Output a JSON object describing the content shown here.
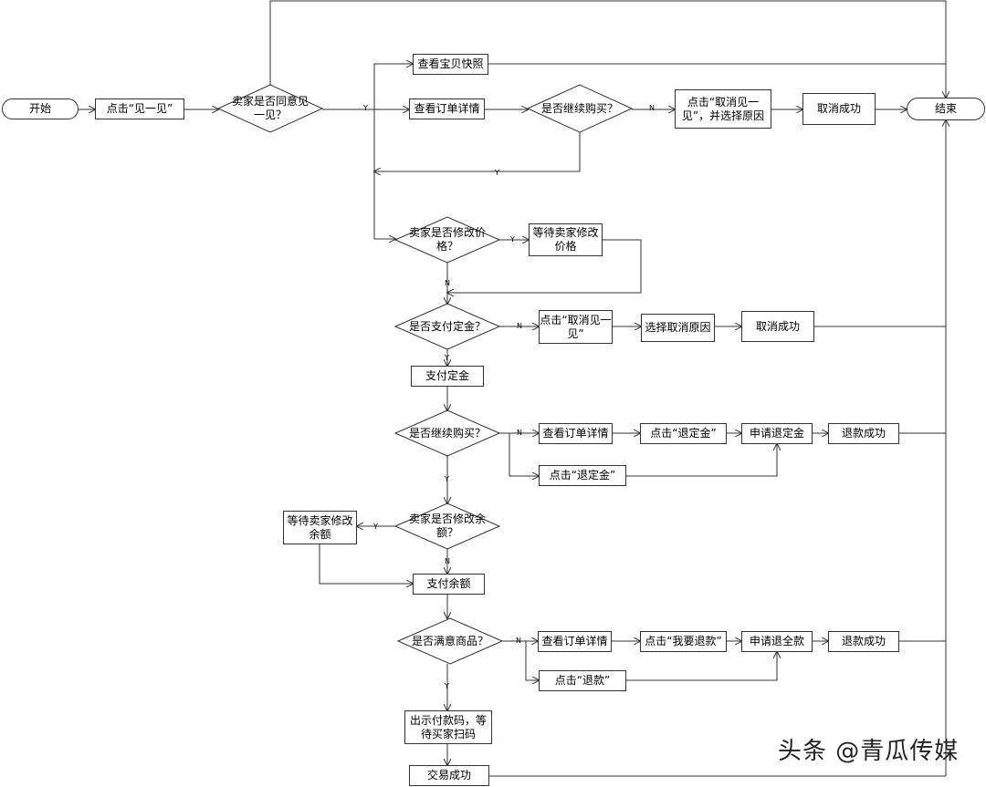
{
  "nodes": {
    "start": "开始",
    "click_meet": "点击“见一见”",
    "d_seller_agree": "卖家是否同意见一见？",
    "view_snapshot": "查看宝贝快照",
    "view_order_1": "查看订单详情",
    "d_continue_1": "是否继续购买？",
    "cancel_meet_reason": "点击“取消见一见”，并选择原因",
    "cancel_success_1": "取消成功",
    "end": "结束",
    "d_modify_price": "卖家是否修改价格？",
    "wait_modify_price": "等待卖家修改价格",
    "d_pay_deposit": "是否支付定金？",
    "click_cancel_meet": "点击“取消见一见”",
    "select_cancel_reason": "选择取消原因",
    "cancel_success_2": "取消成功",
    "pay_deposit": "支付定金",
    "d_continue_2": "是否继续购买？",
    "view_order_2": "查看订单详情",
    "click_refund_deposit_1": "点击“退定金”",
    "apply_refund_deposit": "申请退定金",
    "refund_success_1": "退款成功",
    "click_refund_deposit_2": "点击“退定金”",
    "d_modify_balance": "卖家是否修改余额？",
    "wait_modify_balance": "等待卖家修改余额",
    "pay_balance": "支付余额",
    "d_satisfied": "是否满意商品？",
    "view_order_3": "查看订单详情",
    "click_want_refund": "点击“我要退款”",
    "apply_full_refund": "申请退全款",
    "refund_success_2": "退款成功",
    "click_refund": "点击“退款”",
    "show_pay_code": "出示付款码，等待买家扫码",
    "trade_success": "交易成功"
  },
  "edge_labels": {
    "yes": "Y",
    "no": "N"
  },
  "watermark": "头条 @青瓜传媒",
  "colors": {
    "line": "#333333",
    "background": "#ffffff"
  }
}
